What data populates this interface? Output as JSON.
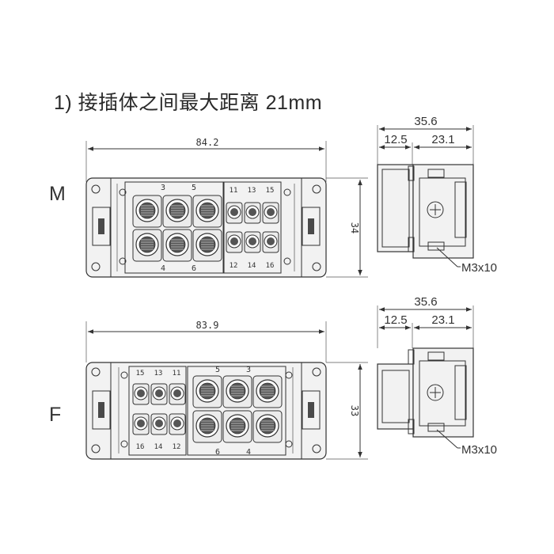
{
  "title": "1)  接插体之间最大距离 21mm",
  "rows": [
    {
      "label": "M",
      "width_dim": "84.2",
      "height_dim": "34",
      "top_numbers": [
        "3",
        "5",
        "11",
        "13",
        "15"
      ],
      "bottom_numbers": [
        "4",
        "6",
        "12",
        "14",
        "16"
      ],
      "side": {
        "overall": "35.6",
        "left": "12.5",
        "right": "23.1",
        "screw": "M3x10"
      }
    },
    {
      "label": "F",
      "width_dim": "83.9",
      "height_dim": "33",
      "top_numbers": [
        "15",
        "13",
        "11",
        "5",
        "3"
      ],
      "bottom_numbers": [
        "16",
        "14",
        "12",
        "6",
        "4"
      ],
      "side": {
        "overall": "35.6",
        "left": "12.5",
        "right": "23.1",
        "screw": "M3x10"
      }
    }
  ]
}
